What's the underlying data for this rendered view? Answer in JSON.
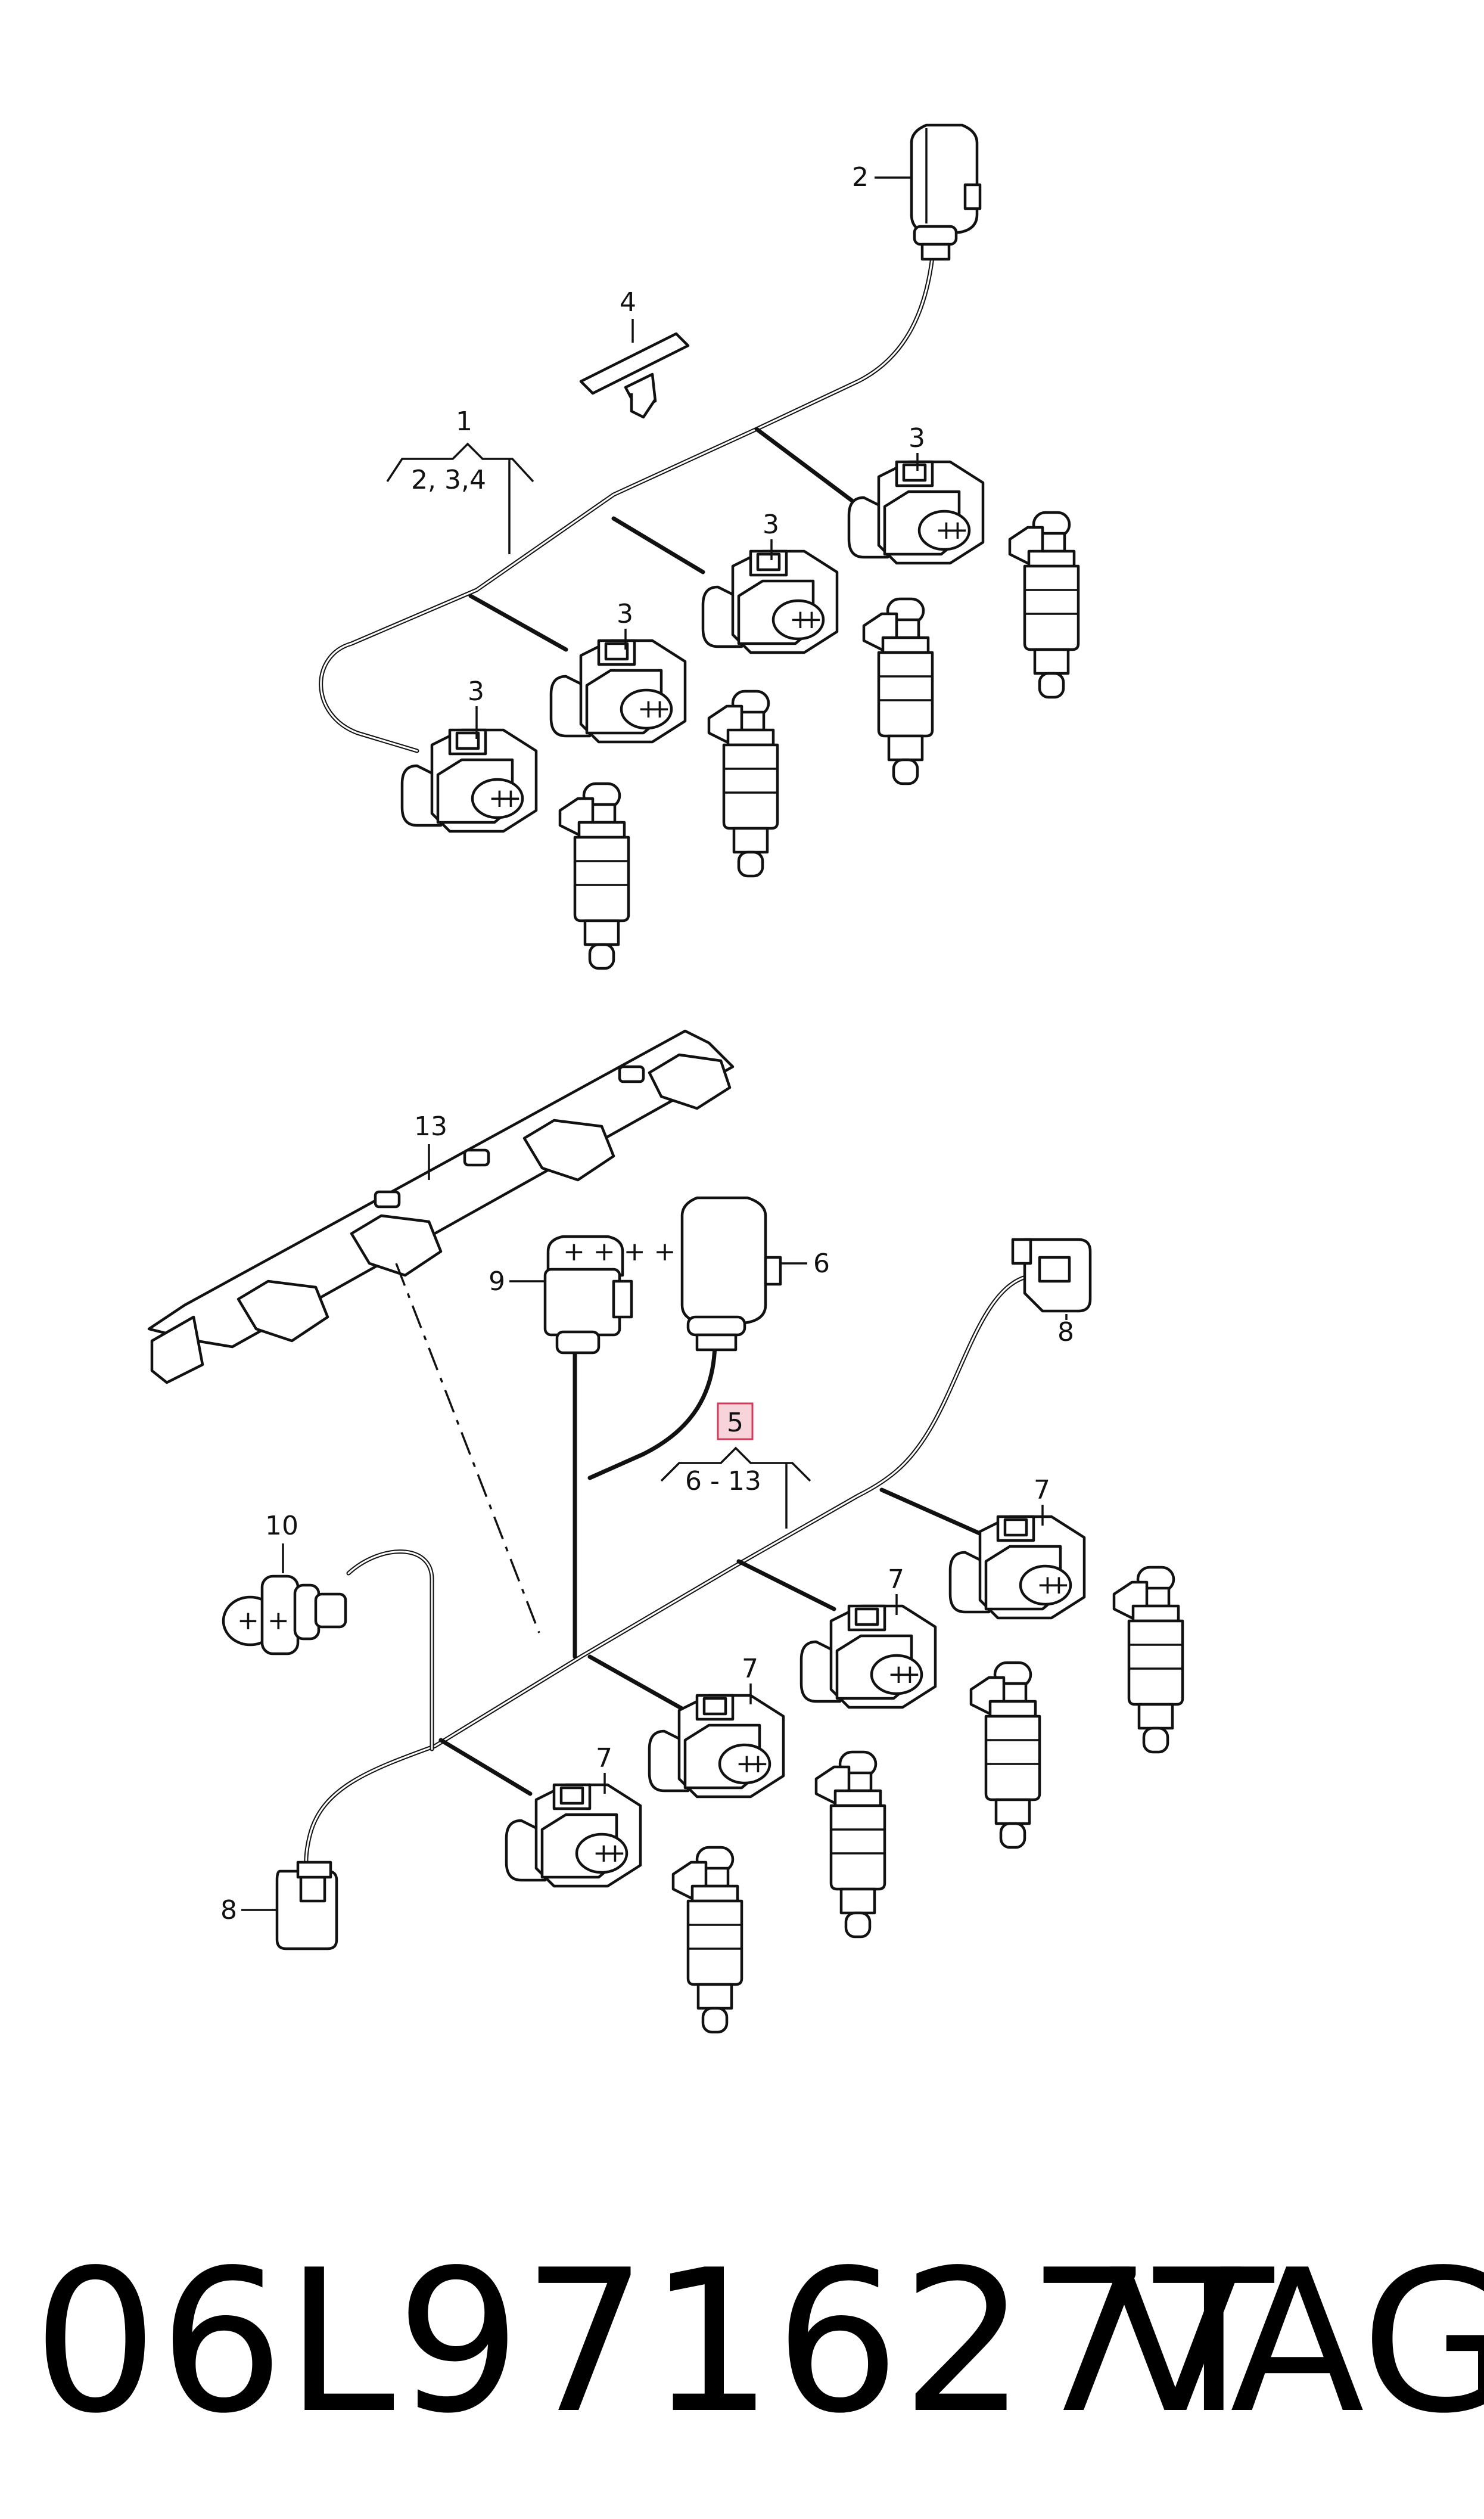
{
  "callouts": {
    "c1": "1",
    "c1_sub": "2, 3,4",
    "c2": "2",
    "c3": "3",
    "c4": "4",
    "c5": "5",
    "c5_sub": "6 - 13",
    "c6": "6",
    "c7": "7",
    "c8": "8",
    "c9": "9",
    "c10": "10",
    "c13": "13"
  },
  "footer": {
    "part_number": "06L971627T",
    "brand": "VAG"
  },
  "colors": {
    "line": "#111111",
    "highlight_fill": "#f7d3da",
    "highlight_stroke": "#d33a5c"
  },
  "icons": [
    "connector-2pin",
    "connector-3pin",
    "fuel-injector",
    "wiring-clip",
    "sensor-plug",
    "cable-holder"
  ]
}
